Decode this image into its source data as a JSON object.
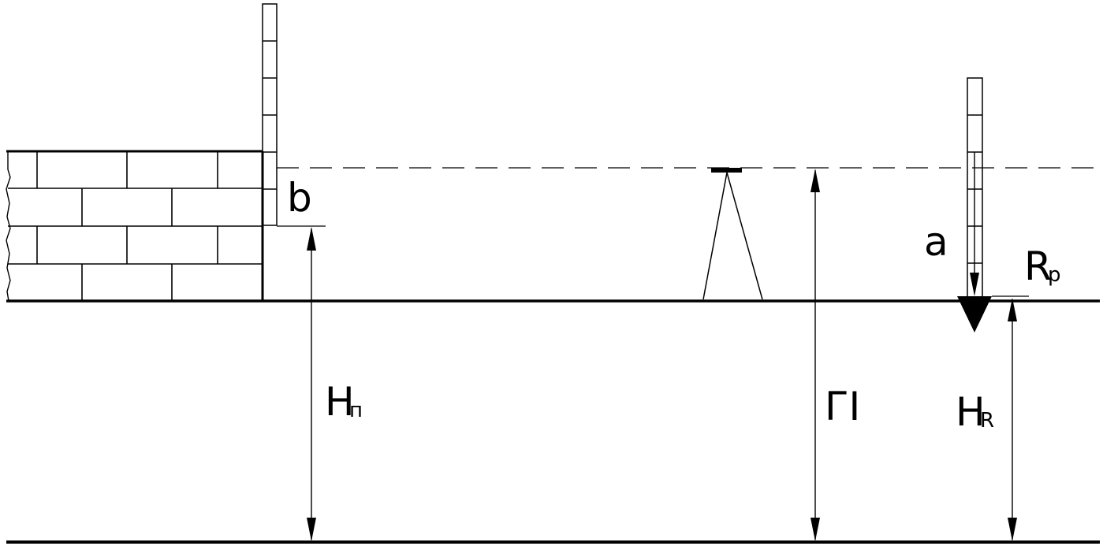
{
  "diagram": {
    "labels": {
      "b": "b",
      "a": "a",
      "Rp": "R",
      "Rp_sub": "p",
      "Hn": "H",
      "Hn_sub": "п",
      "GI": "ГI",
      "HR": "H",
      "HR_sub": "R"
    },
    "colors": {
      "ink": "#000000",
      "background": "#ffffff"
    },
    "icons": {
      "benchmark": "triangle-down-icon",
      "level": "tripod-icon"
    }
  }
}
